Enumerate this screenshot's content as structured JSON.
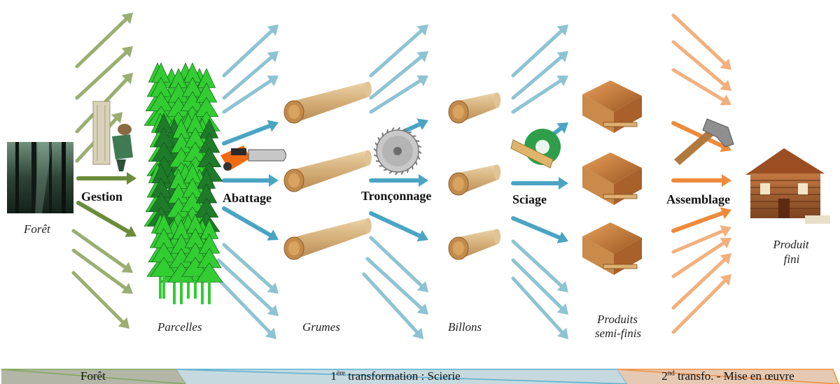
{
  "colors": {
    "forest_arrow": "#9aae72",
    "forest_arrow_strong": "#6b8c3a",
    "scierie_arrow": "#8ec3d3",
    "scierie_arrow_strong": "#4aa4c4",
    "assembly_arrow": "#f2b07e",
    "assembly_arrow_strong": "#ee8a3c",
    "tree_light": "#33cc33",
    "tree_dark": "#1f7a2a",
    "chevron_forest": "#b6b8a0",
    "chevron_scierie": "#bcd4dc",
    "chevron_assembly": "#e8c8ae",
    "log_wood": "#d9b98a",
    "log_end": "#c28b4a"
  },
  "stages": {
    "foret": "Forêt",
    "parcelles": "Parcelles",
    "grumes": "Grumes",
    "billons": "Billons",
    "produits_semi_finis_line1": "Produits",
    "produits_semi_finis_line2": "semi-finis",
    "produit_fini_line1": "Produit",
    "produit_fini_line2": "fini"
  },
  "operations": {
    "gestion": "Gestion",
    "abattage": "Abattage",
    "tronconnage": "Tronçonnage",
    "sciage": "Sciage",
    "assemblage": "Assemblage"
  },
  "chevrons": {
    "foret": "Forêt",
    "scierie_prefix": "1",
    "scierie_sup": "ère",
    "scierie_rest": " transformation : Scierie",
    "mise_prefix": "2",
    "mise_sup": "nd",
    "mise_rest": " transfo. - Mise en œuvre"
  },
  "icons": {
    "forest_photo": "forest-photo-icon",
    "lumberjack": "lumberjack-icon",
    "chainsaw": "chainsaw-icon",
    "saw_blade": "circular-saw-icon",
    "sawmill": "sawmill-saw-icon",
    "hammer": "hammer-icon",
    "house": "log-house-icon"
  }
}
